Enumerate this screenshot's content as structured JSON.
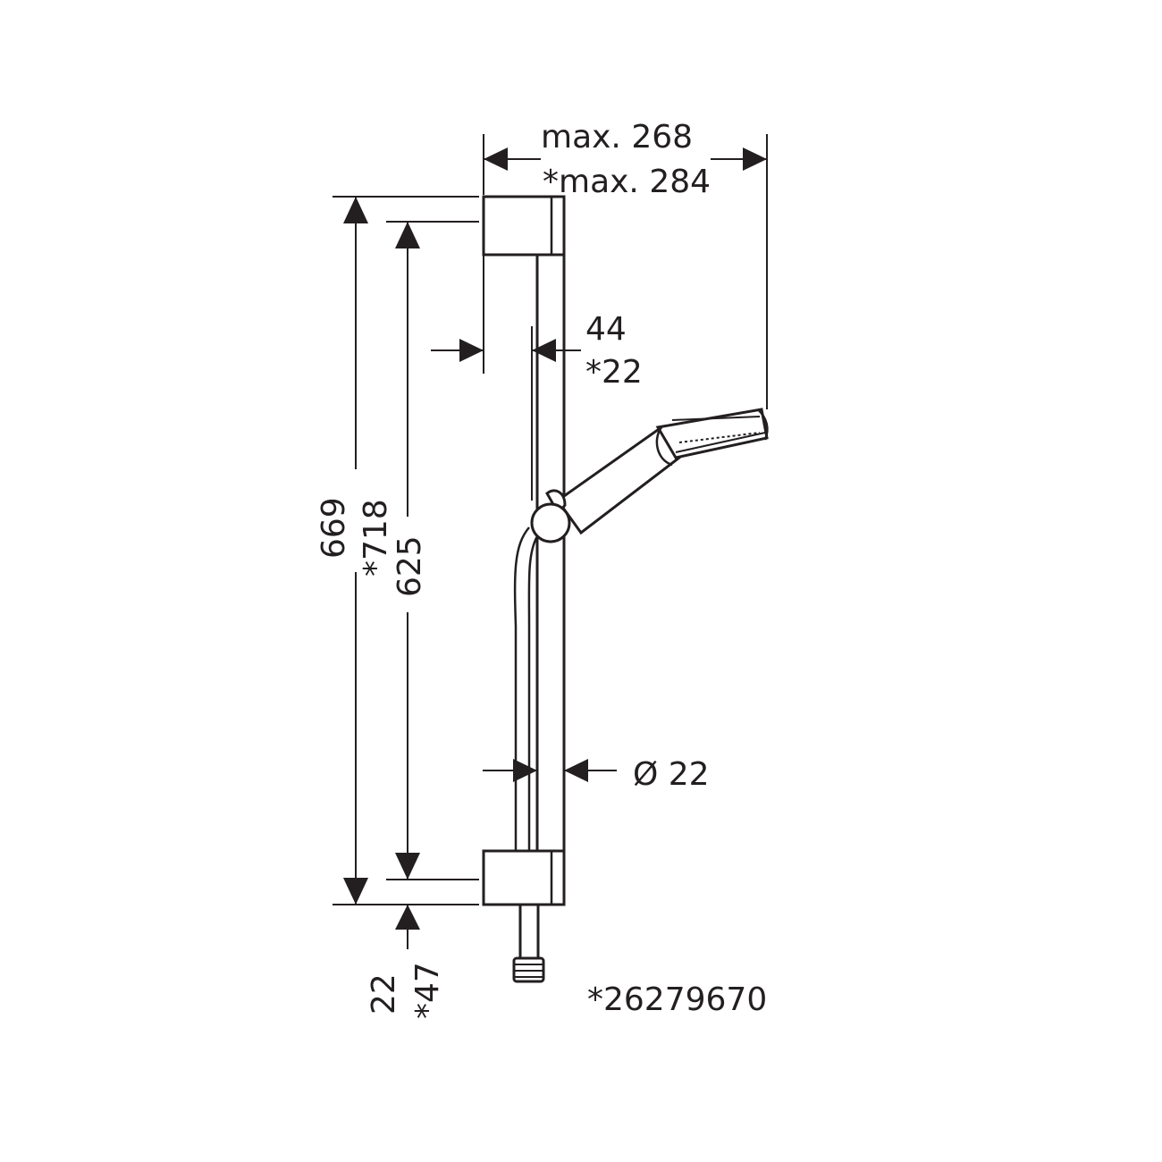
{
  "dimensions": {
    "width_max": "max. 268",
    "width_max_alt": "*max. 284",
    "offset": "44",
    "offset_alt": "*22",
    "overall_height": "669",
    "overall_height_alt": "*718",
    "bracket_spacing": "625",
    "bottom_offset": "22",
    "bottom_offset_alt": "*47",
    "rail_diameter": "Ø 22"
  },
  "variant_note": "*26279670"
}
